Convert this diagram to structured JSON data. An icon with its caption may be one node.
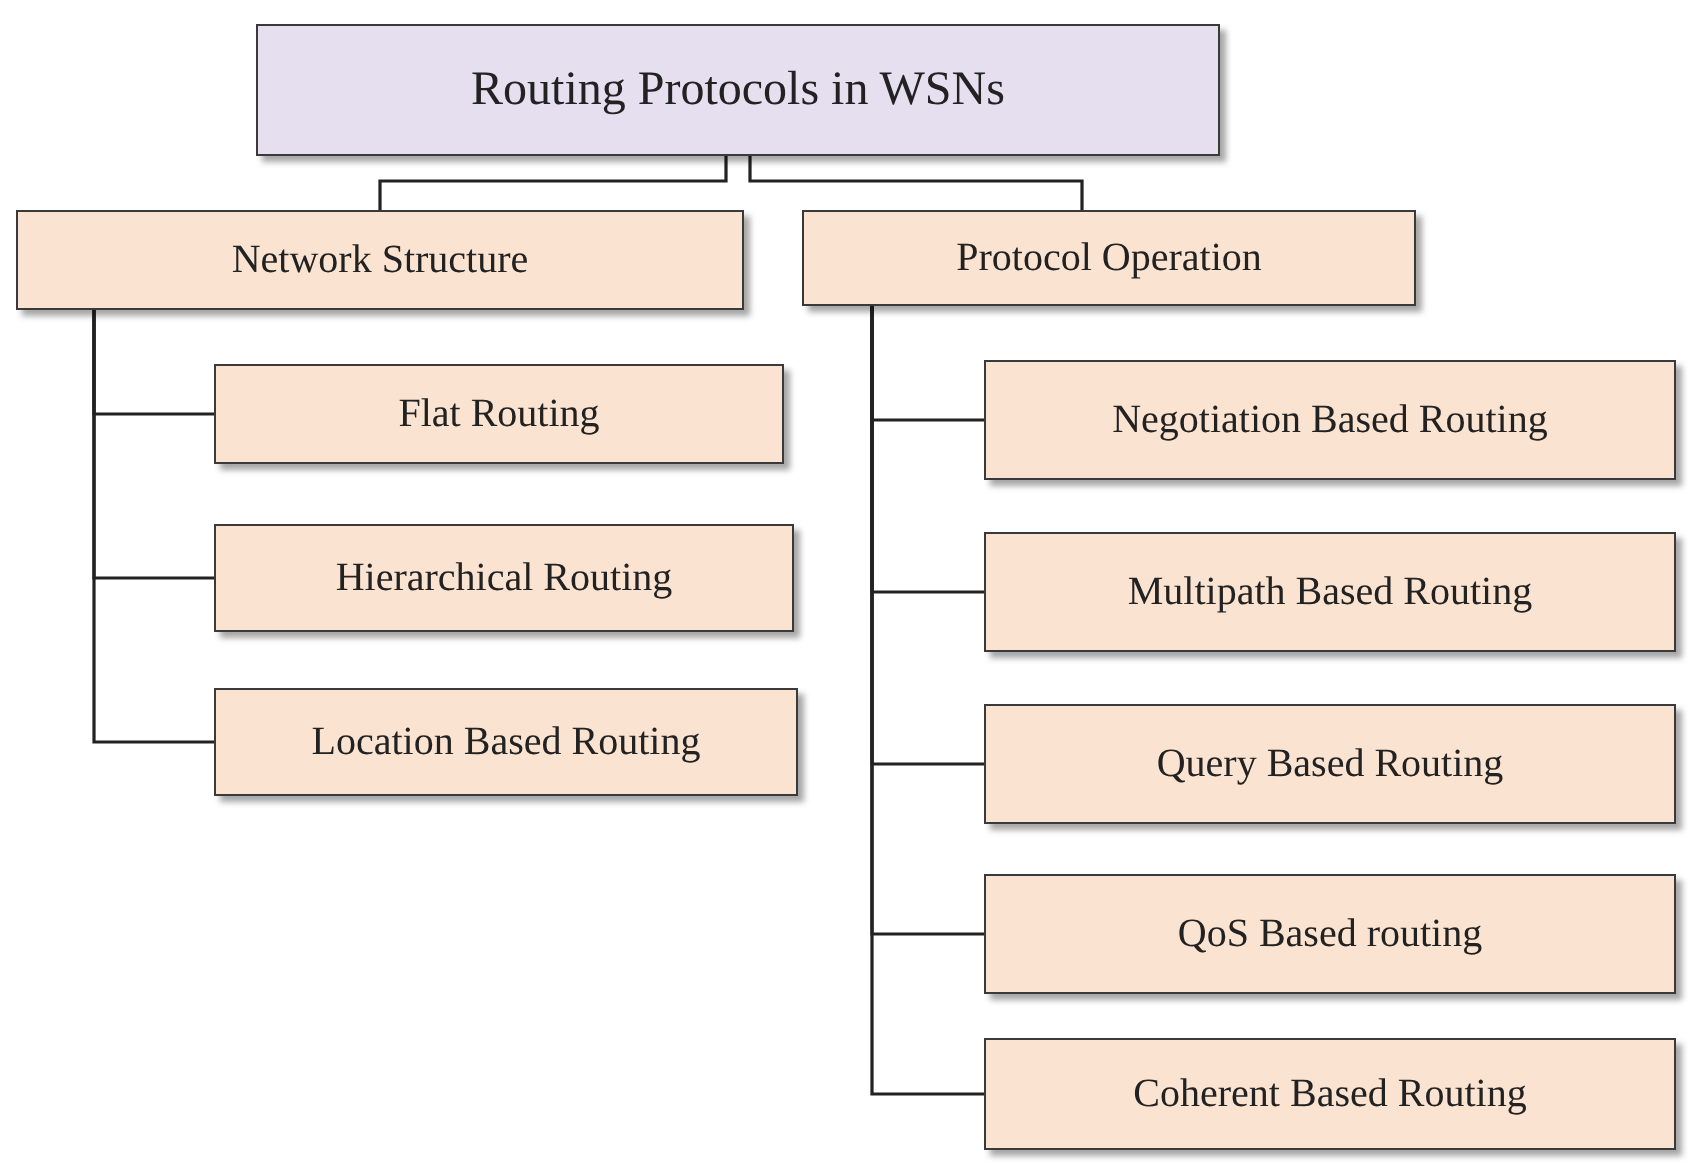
{
  "diagram": {
    "nodes": [
      {
        "text": [
          "Routing Protocols in WSNs"
        ]
      },
      {
        "text": [
          "Network Structure"
        ]
      },
      {
        "text": [
          "Protocol Operation"
        ]
      },
      {
        "text": [
          "Flat Routing"
        ]
      },
      {
        "text": [
          "Hierarchical Routing"
        ]
      },
      {
        "text": [
          "Location Based Routing"
        ]
      },
      {
        "text": [
          "Negotiation Based Routing"
        ]
      },
      {
        "text": [
          "Multipath Based Routing"
        ]
      },
      {
        "text": [
          "Query Based Routing"
        ]
      },
      {
        "text": [
          "QoS Based routing"
        ]
      },
      {
        "text": [
          "Coherent Based Routing"
        ]
      }
    ],
    "edges": [
      {
        "from": 0,
        "to": 1,
        "arrow": "none"
      },
      {
        "from": 0,
        "to": 2,
        "arrow": "none"
      },
      {
        "from": 1,
        "to": 3,
        "arrow": "none"
      },
      {
        "from": 1,
        "to": 4,
        "arrow": "none"
      },
      {
        "from": 1,
        "to": 5,
        "arrow": "none"
      },
      {
        "from": 2,
        "to": 6,
        "arrow": "none"
      },
      {
        "from": 2,
        "to": 7,
        "arrow": "none"
      },
      {
        "from": 2,
        "to": 8,
        "arrow": "none"
      },
      {
        "from": 2,
        "to": 9,
        "arrow": "none"
      },
      {
        "from": 2,
        "to": 10,
        "arrow": "none"
      }
    ]
  }
}
